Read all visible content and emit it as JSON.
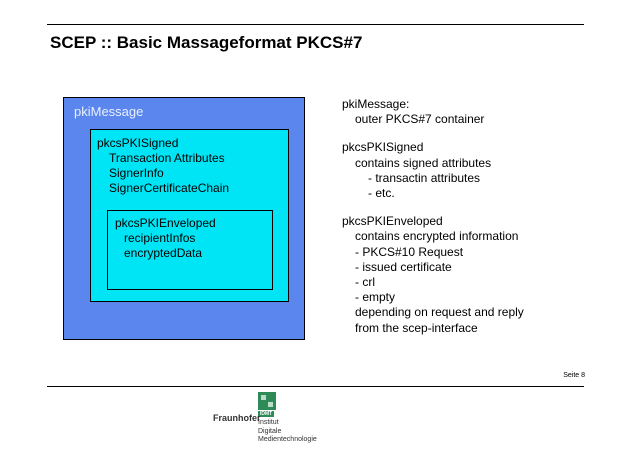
{
  "slide": {
    "title": "SCEP :: Basic Massageformat PKCS#7",
    "page_label": "Seite 8"
  },
  "diagram": {
    "outer_label": "pkiMessage",
    "signed_lines": [
      "pkcsPKISigned",
      "Transaction Attributes",
      "SignerInfo",
      "SignerCertificateChain"
    ],
    "enveloped_lines": [
      "pkcsPKIEnveloped",
      "recipientInfos",
      "encryptedData"
    ],
    "colors": {
      "outer": "#5b86ee",
      "inner": "#00e5f5"
    }
  },
  "description": [
    {
      "text": "pkiMessage:",
      "indent": 0
    },
    {
      "text": "outer PKCS#7 container",
      "indent": 1
    },
    {
      "text": "",
      "indent": -1
    },
    {
      "text": "pkcsPKISigned",
      "indent": 0
    },
    {
      "text": "contains signed attributes",
      "indent": 1
    },
    {
      "text": "- transactin attributes",
      "indent": 2
    },
    {
      "text": "- etc.",
      "indent": 2
    },
    {
      "text": "",
      "indent": -1
    },
    {
      "text": "pkcsPKIEnveloped",
      "indent": 0
    },
    {
      "text": "contains encrypted information",
      "indent": 1
    },
    {
      "text": "- PKCS#10 Request",
      "indent": 1
    },
    {
      "text": "- issued certificate",
      "indent": 1
    },
    {
      "text": "- crl",
      "indent": 1
    },
    {
      "text": "- empty",
      "indent": 1
    },
    {
      "text": "depending on request and reply",
      "indent": 1
    },
    {
      "text": "from the scep-interface",
      "indent": 1
    }
  ],
  "logo": {
    "brand": "Fraunhofer",
    "tag": "IDMT",
    "institute_lines": [
      "Institut",
      "Digitale",
      "Medientechnologie"
    ],
    "color": "#2e8a57"
  }
}
